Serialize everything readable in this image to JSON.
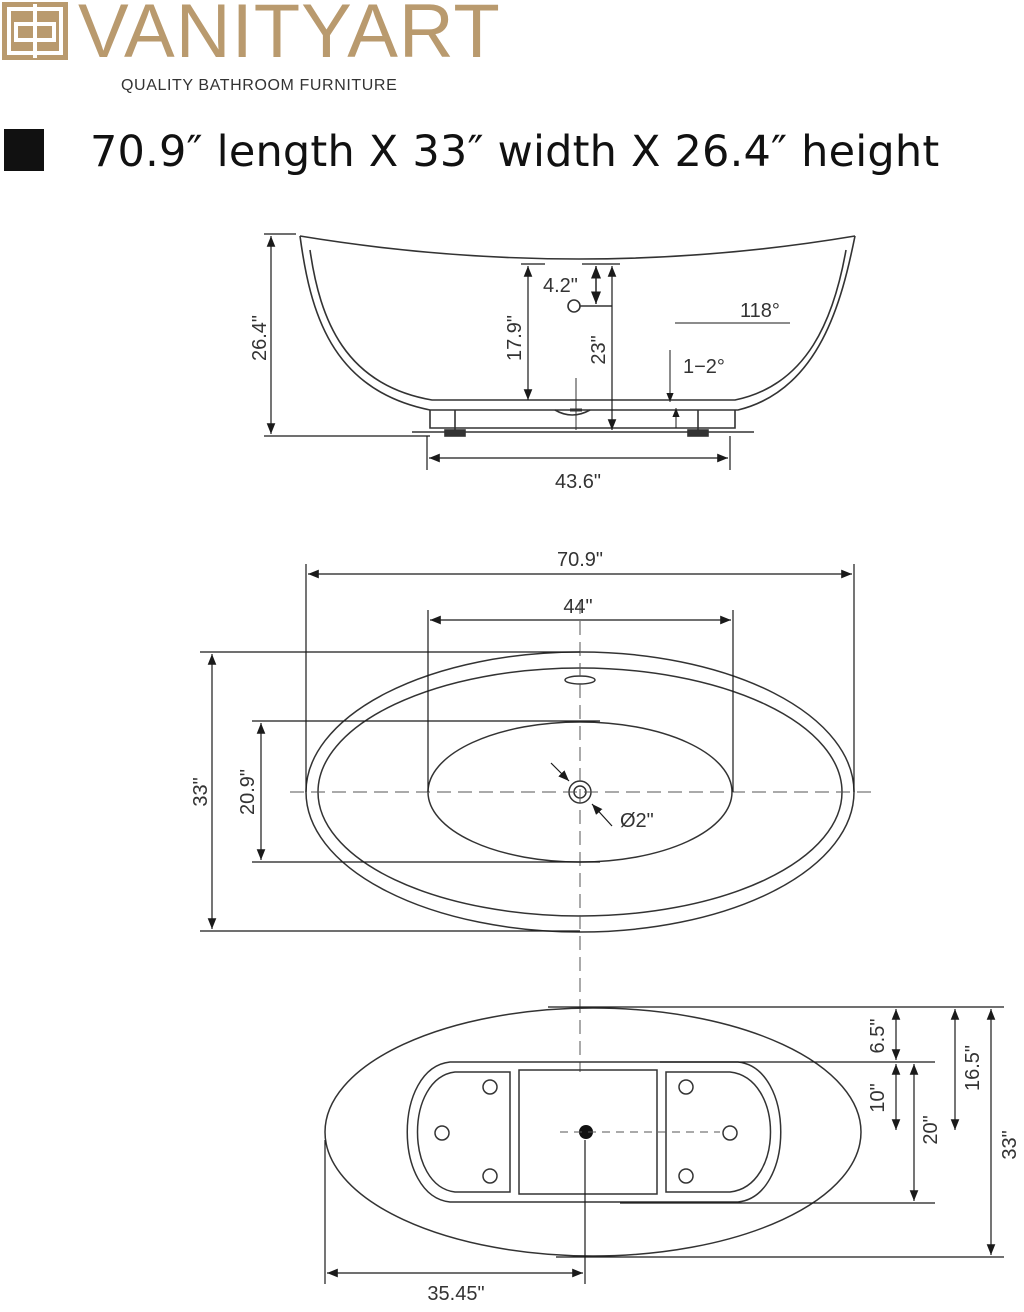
{
  "brand": {
    "name": "VANITYART",
    "tagline": "QUALITY BATHROOM FURNITURE",
    "color": "#b99a6e"
  },
  "headline": "70.9″ length X 33″ width X 26.4″ height",
  "side_view": {
    "height": "26.4\"",
    "overflow": "4.2\"",
    "depth_to_overflow": "17.9\"",
    "inner_depth": "23\"",
    "wall_angle": "118°",
    "slope": "1−2°",
    "base_length": "43.6\""
  },
  "top_view": {
    "length": "70.9\"",
    "inner_length": "44\"",
    "width": "33\"",
    "inner_width": "20.9\"",
    "drain_diameter": "Ø2\""
  },
  "bottom_view": {
    "offset_a": "6.5\"",
    "offset_b": "16.5\"",
    "spacing": "10\"",
    "inner_span": "20\"",
    "width": "33\"",
    "half_length": "35.45\""
  }
}
